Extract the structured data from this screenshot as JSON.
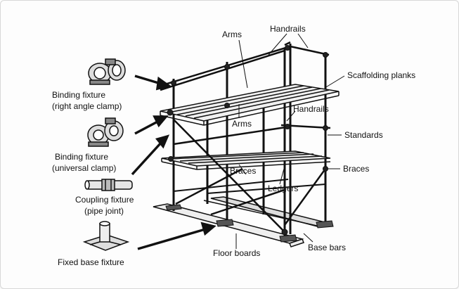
{
  "labels": {
    "arms_top": "Arms",
    "handrails_top": "Handrails",
    "scaffolding_planks": "Scaffolding planks",
    "handrails_mid": "Handrails",
    "arms_mid": "Arms",
    "standards": "Standards",
    "braces_right": "Braces",
    "braces_mid": "Braces",
    "ledgers": "Ledgers",
    "floor_boards": "Floor boards",
    "base_bars": "Base bars"
  },
  "fixtures": [
    {
      "line1": "Binding fixture",
      "line2": "(right angle clamp)",
      "icon": "right-angle-clamp-icon"
    },
    {
      "line1": "Binding fixture",
      "line2": "(universal clamp)",
      "icon": "universal-clamp-icon"
    },
    {
      "line1": "Coupling fixture",
      "line2": "(pipe joint)",
      "icon": "pipe-joint-icon"
    },
    {
      "line1": "Fixed base fixture",
      "line2": "",
      "icon": "base-plate-icon"
    }
  ]
}
